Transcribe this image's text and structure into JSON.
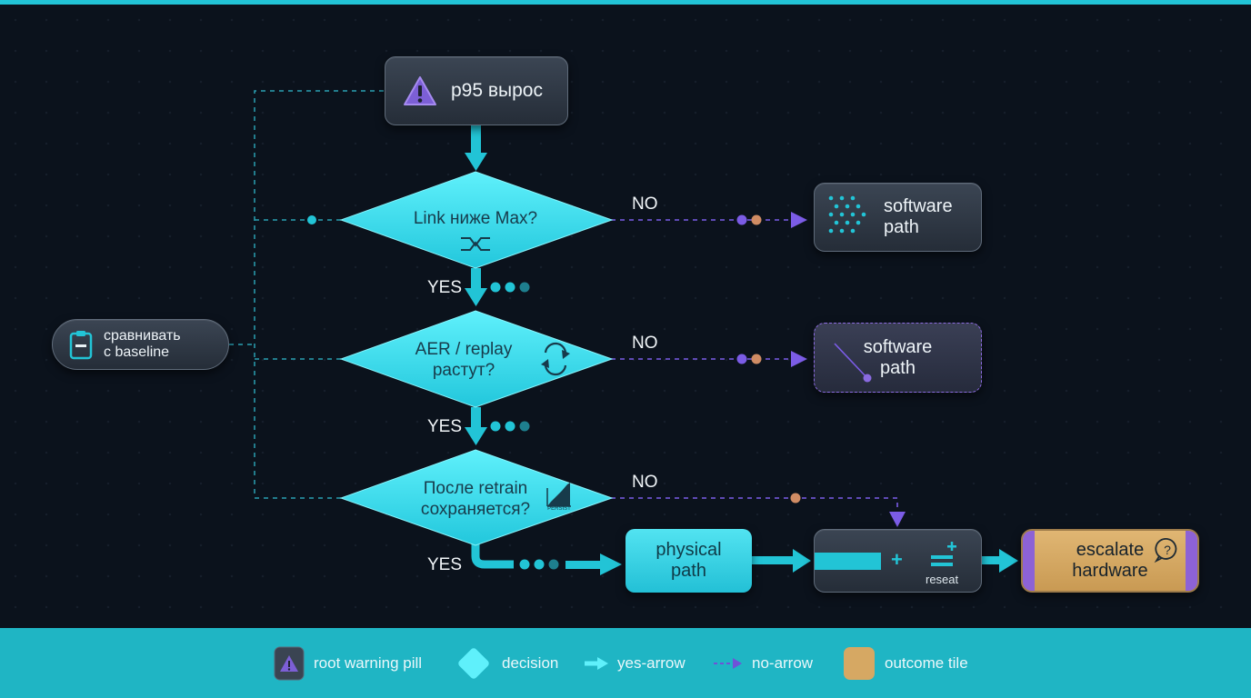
{
  "nodes": {
    "root": {
      "label": "p95 вырос",
      "icon": "warning-icon"
    },
    "baseline": {
      "line1": "сравнивать",
      "line2": "с baseline",
      "icon": "clipboard-icon"
    },
    "decision1": {
      "label": "Link ниже Max?",
      "icon": "link-icon"
    },
    "decision2": {
      "line1": "AER / replay",
      "line2": "растут?",
      "icon": "refresh-icon"
    },
    "decision3": {
      "line1": "После retrain",
      "line2": "сохраняется?",
      "icon": "persist-chart-icon",
      "icon_caption": "PERSIST"
    },
    "software1": {
      "line1": "software",
      "line2": "path",
      "icon": "dot-grid-icon"
    },
    "software2": {
      "line1": "software",
      "line2": "path"
    },
    "physical": {
      "line1": "physical",
      "line2": "path"
    },
    "reset": {
      "caption": "reseat",
      "plus": "+"
    },
    "escalate": {
      "line1": "escalate",
      "line2": "hardware",
      "icon": "question-bubble-icon"
    }
  },
  "edges": {
    "yes_label": "YES",
    "no_label": "NO"
  },
  "legend": {
    "items": [
      {
        "label": "root warning pill",
        "icon": "warning-icon"
      },
      {
        "label": "decision",
        "icon": "diamond-icon"
      },
      {
        "label": "yes-arrow",
        "icon": "arrow-icon"
      },
      {
        "label": "no-arrow",
        "icon": "dashed-arrow-icon"
      },
      {
        "label": "outcome tile",
        "icon": "tile-icon"
      }
    ]
  },
  "colors": {
    "background": "#0b121c",
    "cyan": "#22c4d6",
    "violet": "#7b5ce6",
    "amber": "#d6a863",
    "legend_bar": "#1fb5c4"
  }
}
